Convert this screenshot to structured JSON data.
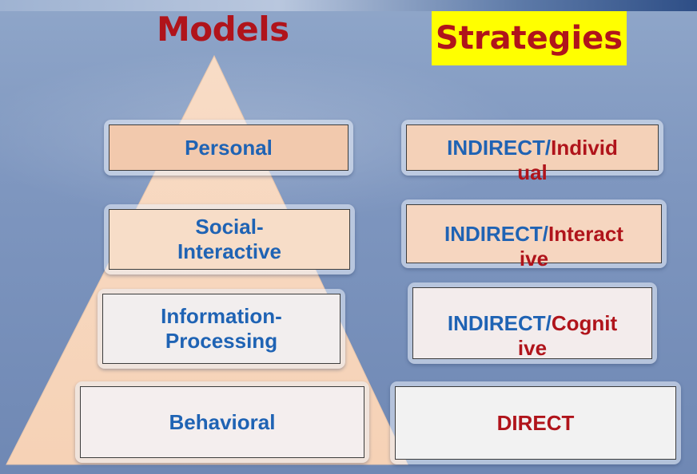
{
  "titles": {
    "models": "Models",
    "strategies": "Strategies"
  },
  "models": {
    "personal": "Personal",
    "social": "Social-\nInteractive",
    "information": "Information-\nProcessing",
    "behavioral": "Behavioral"
  },
  "strategies": {
    "individual": {
      "prefix": "INDIRECT/",
      "suffix": "Individ\nual"
    },
    "interactive": {
      "prefix": "INDIRECT/",
      "suffix": "Interact\nive"
    },
    "cognitive": {
      "prefix": "INDIRECT/",
      "suffix": "Cognit\nive"
    },
    "direct": "DIRECT"
  },
  "colors": {
    "title_red": "#b0141b",
    "highlight_yellow": "#ffff00",
    "model_text_blue": "#1f63b4",
    "pyramid_peach": "#f8d8c0"
  }
}
